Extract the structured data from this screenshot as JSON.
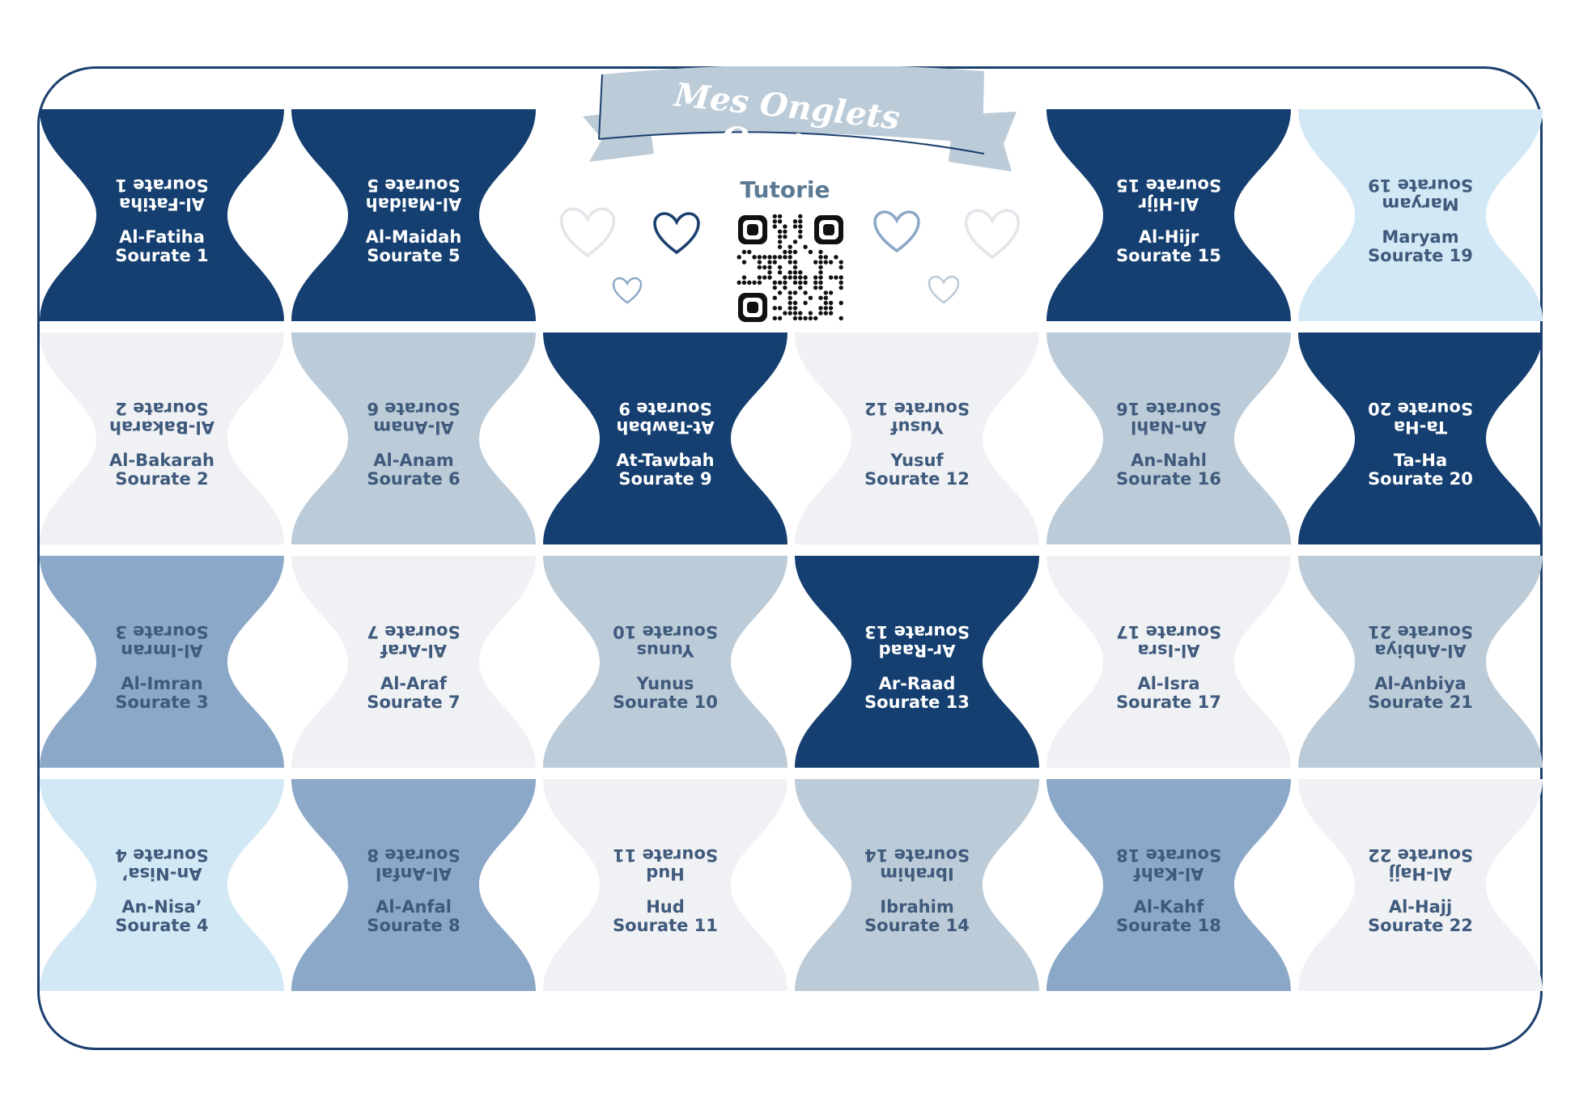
{
  "title": "Mes Onglets Qur’an",
  "tutorial_label": "Tutorie",
  "colors": {
    "navy": "#143f70",
    "sky": "#d3e8f5",
    "pale": "#eff1f4",
    "silver": "#bccbd8",
    "steel": "#8ca8c8",
    "border": "#1b3f6e",
    "banner": "#bccbd8",
    "tutorial_text": "#5c7a94"
  },
  "tabs": [
    {
      "name": "Al-Fatiha",
      "number": "Sourate 1",
      "color": "navy"
    },
    {
      "name": "Al-Maidah",
      "number": "Sourate 5",
      "color": "navy"
    },
    {
      "name": "Al-Hijr",
      "number": "Sourate 15",
      "color": "navy"
    },
    {
      "name": "Maryam",
      "number": "Sourate 19",
      "color": "sky"
    },
    {
      "name": "Al-Bakarah",
      "number": "Sourate 2",
      "color": "pale"
    },
    {
      "name": "Al-Anam",
      "number": "Sourate 6",
      "color": "silver"
    },
    {
      "name": "At-Tawbah",
      "number": "Sourate 9",
      "color": "navy"
    },
    {
      "name": "Yusuf",
      "number": "Sourate 12",
      "color": "pale"
    },
    {
      "name": "An-Nahl",
      "number": "Sourate 16",
      "color": "silver"
    },
    {
      "name": "Ta-Ha",
      "number": "Sourate 20",
      "color": "navy"
    },
    {
      "name": "Al-Imran",
      "number": "Sourate 3",
      "color": "steel"
    },
    {
      "name": "Al-Araf",
      "number": "Sourate 7",
      "color": "pale"
    },
    {
      "name": "Yunus",
      "number": "Sourate 10",
      "color": "silver"
    },
    {
      "name": "Ar-Raad",
      "number": "Sourate 13",
      "color": "navy"
    },
    {
      "name": "Al-Isra",
      "number": "Sourate 17",
      "color": "pale"
    },
    {
      "name": "Al-Anbiya",
      "number": "Sourate 21",
      "color": "silver"
    },
    {
      "name": "An-Nisa’",
      "number": "Sourate 4",
      "color": "sky"
    },
    {
      "name": "Al-Anfal",
      "number": "Sourate 8",
      "color": "steel"
    },
    {
      "name": "Hud",
      "number": "Sourate 11",
      "color": "pale"
    },
    {
      "name": "Ibrahim",
      "number": "Sourate 14",
      "color": "silver"
    },
    {
      "name": "Al-Kahf",
      "number": "Sourate 18",
      "color": "steel"
    },
    {
      "name": "Al-Hajj",
      "number": "Sourate 22",
      "color": "pale"
    }
  ]
}
